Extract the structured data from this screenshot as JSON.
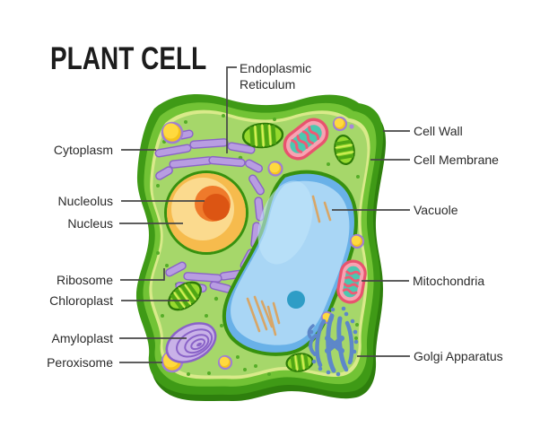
{
  "title": "PLANT CELL",
  "labels": {
    "er": {
      "line1": "Endoplasmic",
      "line2": "Reticulum"
    },
    "left": [
      {
        "text": "Cytoplasm"
      },
      {
        "text": "Nucleolus"
      },
      {
        "text": "Nucleus"
      },
      {
        "text": "Ribosome"
      },
      {
        "text": "Chloroplast"
      },
      {
        "text": "Amyloplast"
      },
      {
        "text": "Peroxisome"
      }
    ],
    "right": [
      {
        "text": "Cell Wall"
      },
      {
        "text": "Cell Membrane"
      },
      {
        "text": "Vacuole"
      },
      {
        "text": "Mitochondria"
      },
      {
        "text": "Golgi Apparatus"
      }
    ]
  },
  "colors": {
    "background": "#ffffff",
    "text": "#2b2b2b",
    "leader_line": "#474747",
    "cell_wall": "#3f9a16",
    "cell_wall_shadow": "#2e7f0d",
    "cell_wall_inner": "#72c335",
    "cell_membrane": "#d9ea8a",
    "cytoplasm": "#a6d76a",
    "ribosome_dot": "#55ad28",
    "vacuole_outline": "#37910f",
    "vacuole_edge": "#69b1e8",
    "vacuole_fill": "#a9d6f5",
    "vacuole_highlight": "#c2e4fa",
    "vacuole_lines": "#d8a667",
    "vacuole_blob": "#2f9dc6",
    "nucleus_outer": "#f6bb4d",
    "nucleus_inner": "#fbda8e",
    "nucleolus_light": "#ef7a2b",
    "nucleolus_dark": "#dc5513",
    "er_fill": "#b89de1",
    "er_stroke": "#8a63c8",
    "chloroplast_fill": "#96d92e",
    "chloroplast_stroke": "#2c7a06",
    "chloroplast_stripe_dark": "#4fa614",
    "chloroplast_stripe_light": "#d8ef5a",
    "mitochondria_stroke": "#e8536e",
    "mitochondria_fill": "#f7a3b2",
    "mitochondria_inner": "#4cc7b0",
    "mitochondria_squiggle": "#ef5a74",
    "peroxisome_fill": "#f5c31c",
    "peroxisome_highlight": "#ffd93f",
    "peroxisome_ring": "#9f7fd1",
    "amyloplast_fill": "#c9b2e8",
    "amyloplast_ring": "#8a63c8",
    "golgi": "#5d87c9"
  }
}
